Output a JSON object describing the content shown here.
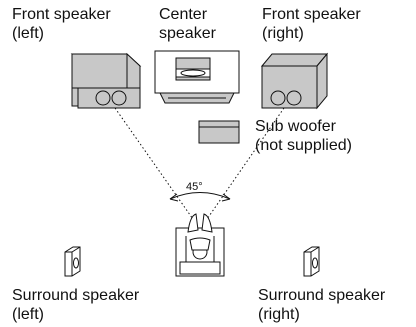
{
  "labels": {
    "front_left": [
      "Front speaker",
      "(left)"
    ],
    "center": [
      "Center",
      "speaker"
    ],
    "front_right": [
      "Front speaker",
      "(right)"
    ],
    "sub": [
      "Sub woofer",
      "(not supplied)"
    ],
    "angle": "45°",
    "surround_left": [
      "Surround speaker",
      "(left)"
    ],
    "surround_right": [
      "Surround speaker",
      "(right)"
    ]
  },
  "colors": {
    "speaker_fill": "#c8c8c8",
    "line": "#111111",
    "bg": "#ffffff"
  }
}
